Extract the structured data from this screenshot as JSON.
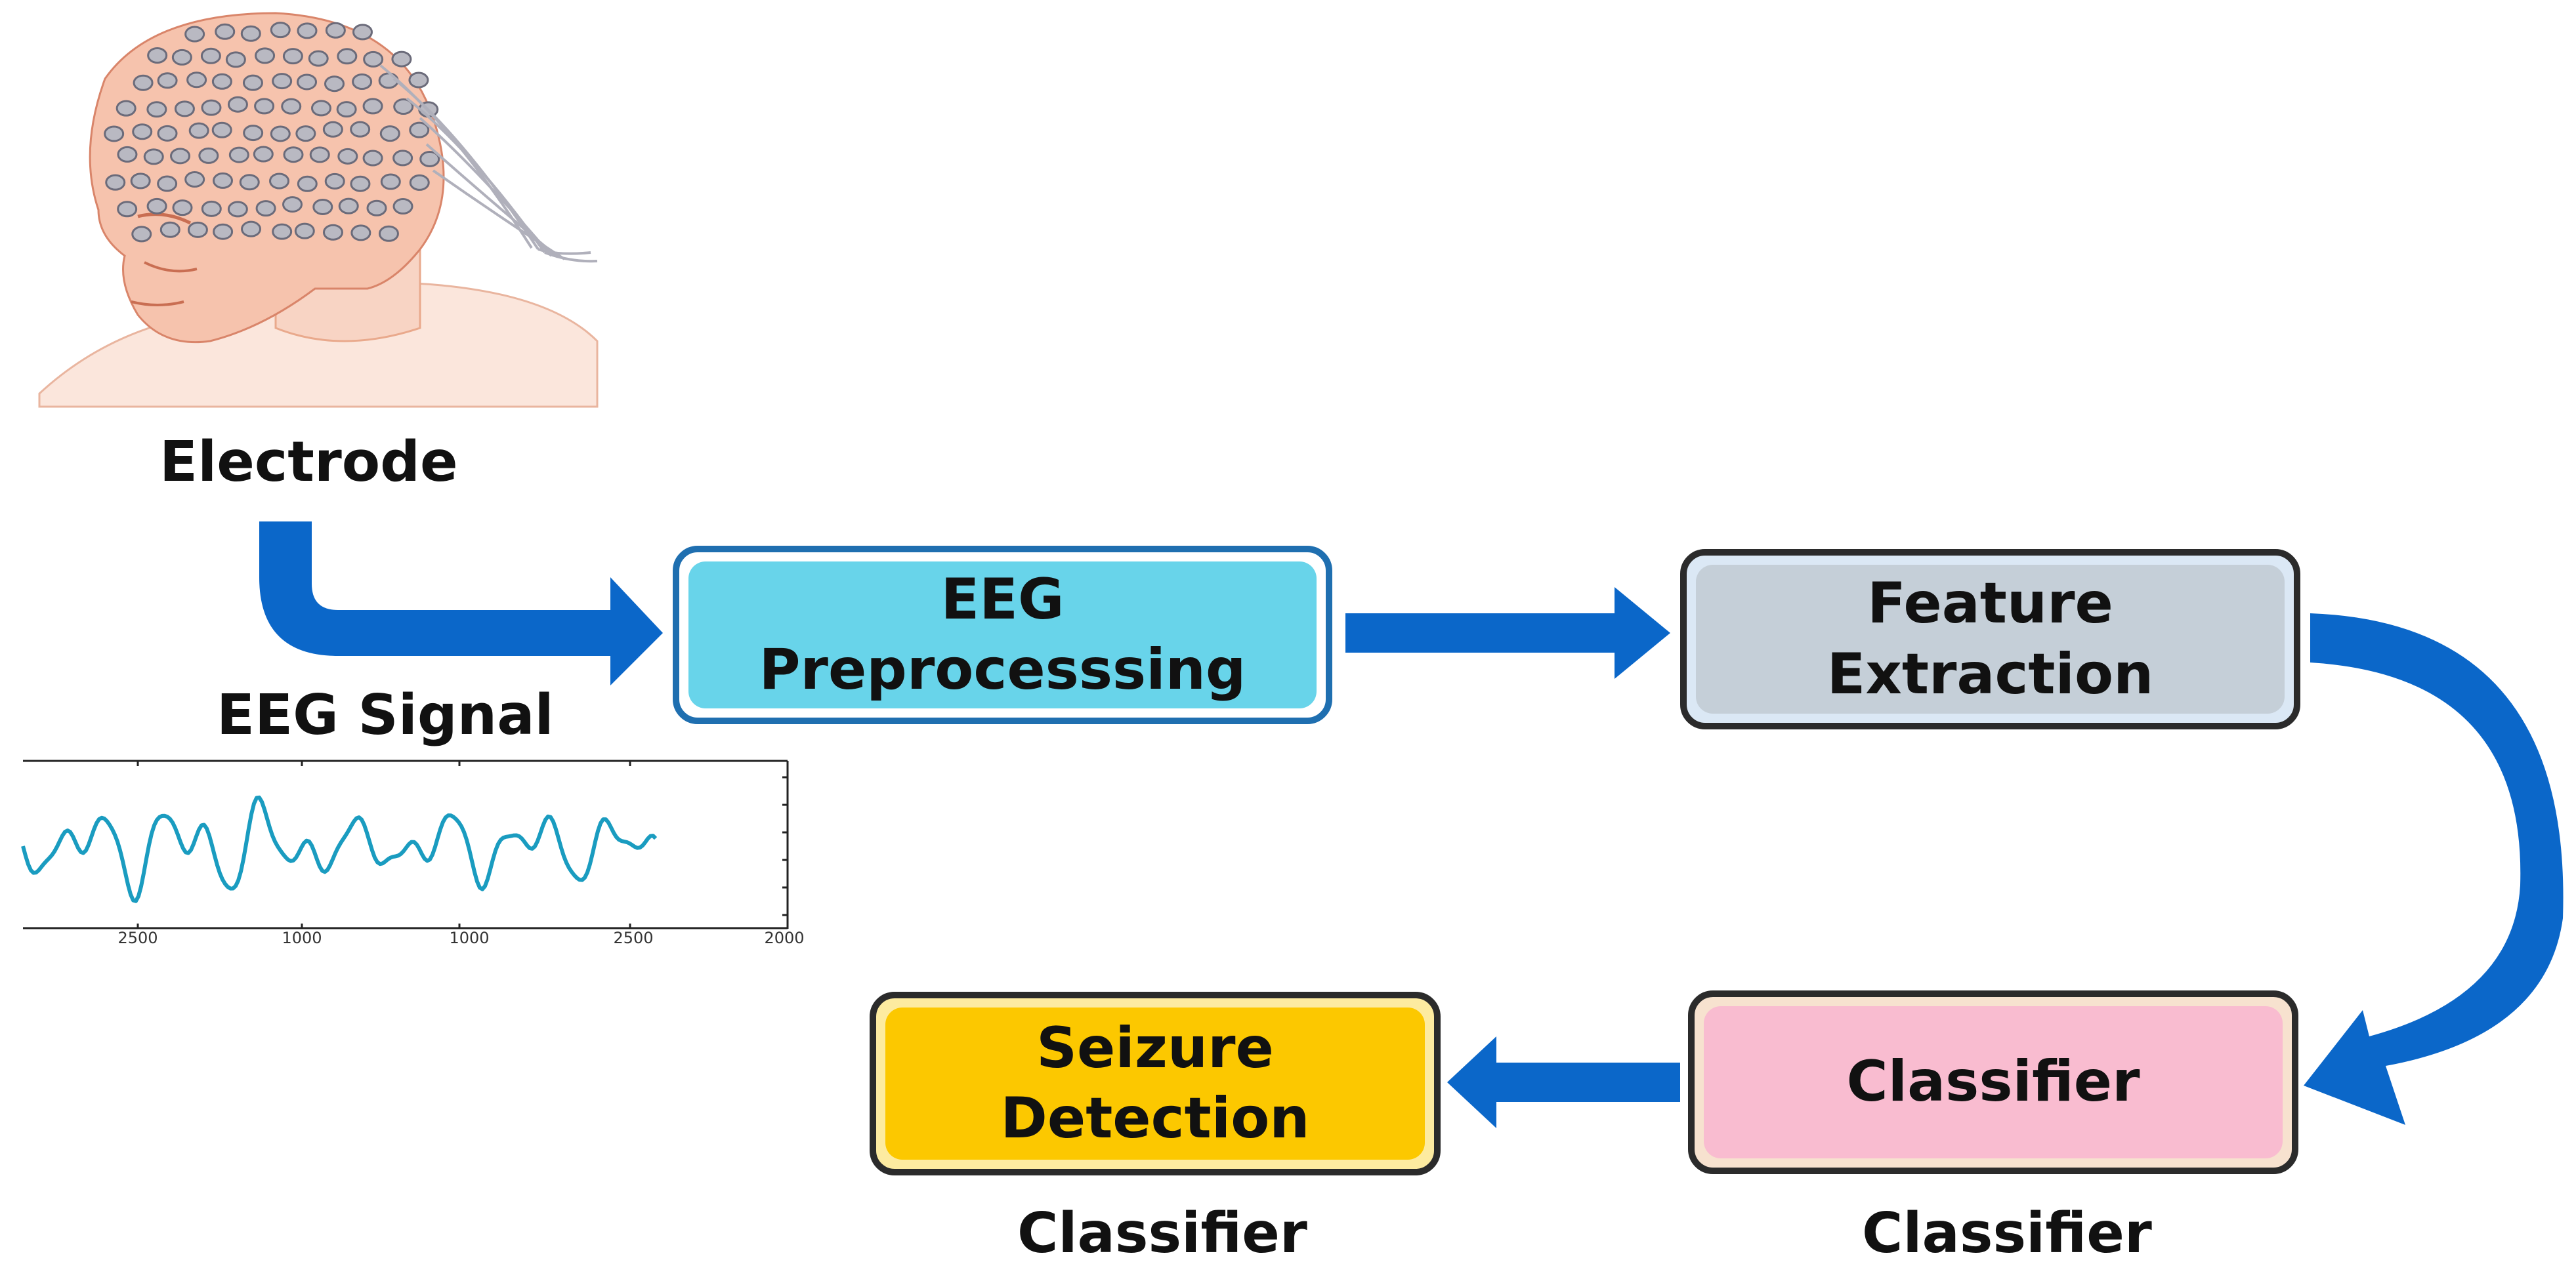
{
  "labels": {
    "electrode": "Electrode",
    "eeg_signal": "EEG Signal",
    "caption_left": "Classifier",
    "caption_right": "Classifier"
  },
  "boxes": {
    "preprocessing": {
      "line1": "EEG",
      "line2": "Preprocesssing"
    },
    "feature_extraction": {
      "line1": "Feature",
      "line2": "Extraction"
    },
    "classifier": {
      "line1": "Classifier"
    },
    "seizure_detection": {
      "line1": "Seizure",
      "line2": "Detection"
    }
  },
  "eeg_plot": {
    "tick_labels": [
      "2500",
      "1000",
      "1000",
      "2500",
      "2000"
    ]
  },
  "colors": {
    "arrow": "#0b67c9",
    "preprocessing": "#68d4ea",
    "feature_extraction": "#c5cfd8",
    "classifier": "#f9bcd0",
    "seizure_detection": "#fcc800",
    "signal": "#1a9cc0"
  },
  "icons": {
    "head": "eeg-cap-head-illustration"
  }
}
